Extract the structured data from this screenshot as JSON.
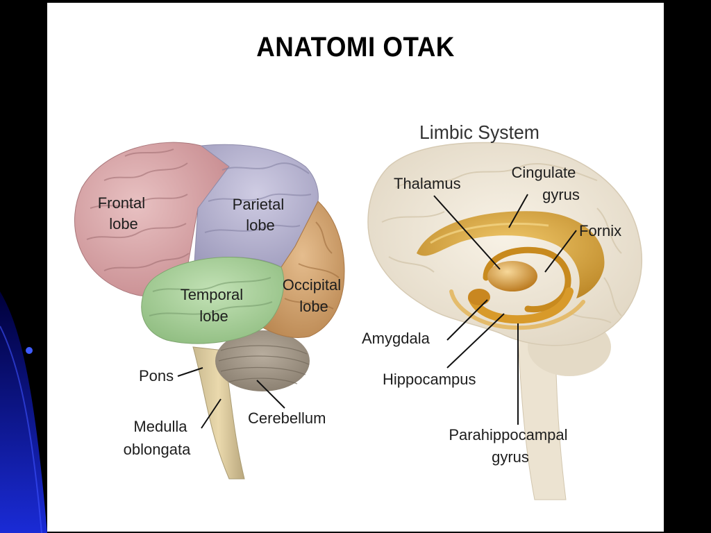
{
  "title": "ANATOMI OTAK",
  "colors": {
    "slide_bg": "#000000",
    "panel": "#ffffff",
    "frontal": "#d7a6a8",
    "parietal": "#b7b4cf",
    "temporal": "#a8cf9c",
    "occipital": "#d3a371",
    "limbic": "#cf9a2c"
  },
  "left_diagram": {
    "labels": {
      "frontal": [
        "Frontal",
        "lobe"
      ],
      "parietal": [
        "Parietal",
        "lobe"
      ],
      "temporal": [
        "Temporal",
        "lobe"
      ],
      "occipital": [
        "Occipital",
        "lobe"
      ],
      "pons": "Pons",
      "medulla": [
        "Medulla",
        "oblongata"
      ],
      "cerebellum": "Cerebellum"
    }
  },
  "right_diagram": {
    "title": "Limbic System",
    "labels": {
      "thalamus": "Thalamus",
      "cingulate": [
        "Cingulate",
        "gyrus"
      ],
      "fornix": "Fornix",
      "amygdala": "Amygdala",
      "hippocampus": "Hippocampus",
      "parahippocampal": [
        "Parahippocampal",
        "gyrus"
      ]
    }
  }
}
